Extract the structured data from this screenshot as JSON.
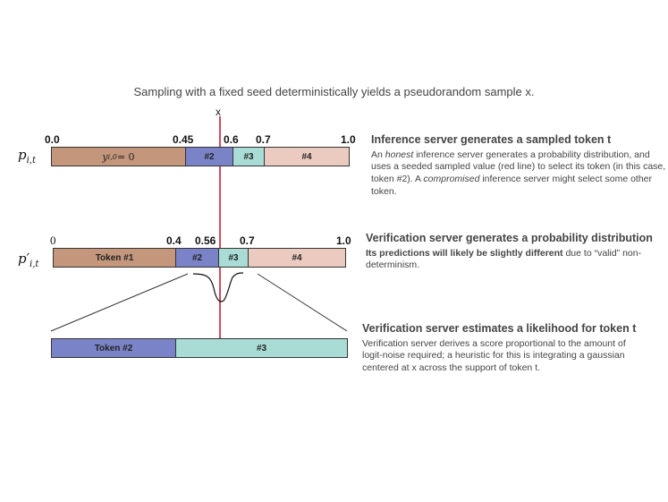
{
  "caption": "Sampling with a fixed seed deterministically yields a pseudorandom sample x.",
  "sample_label": "x",
  "row1": {
    "label_main": "p",
    "label_sub": "i,t",
    "ticks": [
      "0.0",
      "0.45",
      "0.6",
      "0.7",
      "1.0"
    ],
    "segments": [
      "y_{i,0} = 0",
      "#2",
      "#3",
      "#4"
    ]
  },
  "row2": {
    "label_main": "p′",
    "label_sub": "i,t",
    "ticks": [
      "0",
      "0.4",
      "0.56",
      "0.7",
      "1.0"
    ],
    "segments": [
      "Token #1",
      "#2",
      "#3",
      "#4"
    ]
  },
  "row3": {
    "segments": [
      "Token #2",
      "#3"
    ]
  },
  "inference": {
    "title": "Inference server generates a sampled token t",
    "body_1": "An ",
    "body_honest": "honest",
    "body_2": " inference server generates a probability distribution, and uses a seeded sampled value (red line) to select its token (in this case, token #2). A ",
    "body_compromised": "compromised",
    "body_3": " inference server might select some other token."
  },
  "verification_dist": {
    "title": "Verification server generates a probability distribution",
    "body_bold": "Its predictions will likely be slightly different",
    "body_rest": " due to “valid” non-determinism."
  },
  "verification_likelihood": {
    "title": "Verification server estimates a likelihood for token t",
    "body": "Verification server derives a score proportional to the amount of logit-noise required; a heuristic for this is integrating a gaussian centered at x across the support of token t."
  },
  "colors": {
    "token1": "#c4977c",
    "token2": "#7b83c8",
    "token3": "#a8dcd4",
    "token4": "#ebcbc0",
    "sample_line": "#c0203a"
  }
}
